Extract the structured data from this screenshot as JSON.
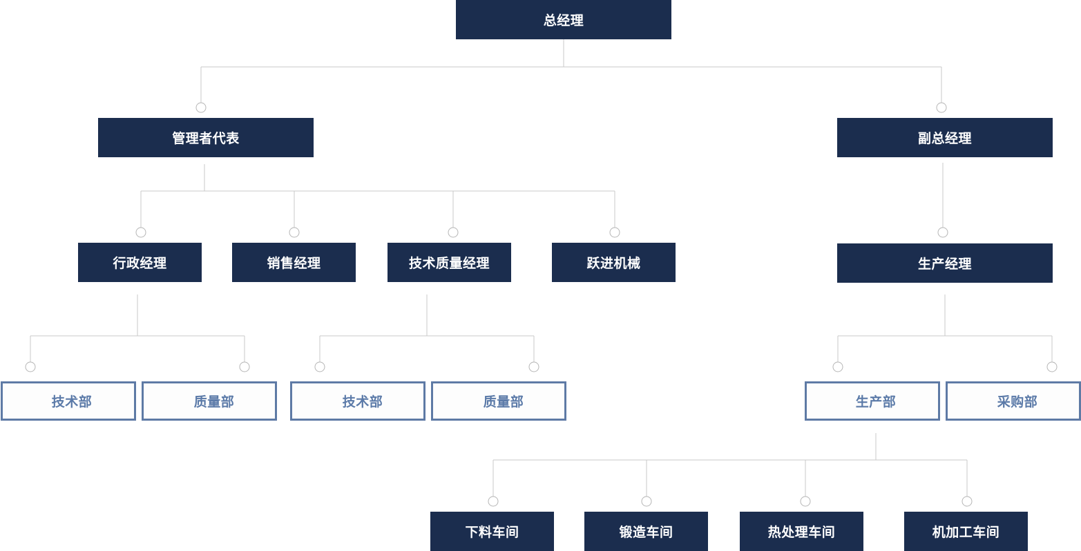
{
  "org_chart": {
    "ceo": "总经理",
    "management_rep": "管理者代表",
    "vice_president": "副总经理",
    "admin_manager": "行政经理",
    "sales_manager": "销售经理",
    "tech_quality_manager": "技术质量经理",
    "yuejin_machinery": "跃进机械",
    "production_manager": "生产经理",
    "admin_tech_dept": "技术部",
    "admin_quality_dept": "质量部",
    "tq_tech_dept": "技术部",
    "tq_quality_dept": "质量部",
    "production_dept": "生产部",
    "purchasing_dept": "采购部",
    "workshop_cutting": "下料车间",
    "workshop_forging": "锻造车间",
    "workshop_heat_treatment": "热处理车间",
    "workshop_machining": "机加工车间"
  },
  "colors": {
    "dark_node": "#1b2d4e",
    "light_node_border": "#5e7aa5",
    "light_node_text": "#5b7aa8",
    "connector": "#c9c9c9"
  }
}
